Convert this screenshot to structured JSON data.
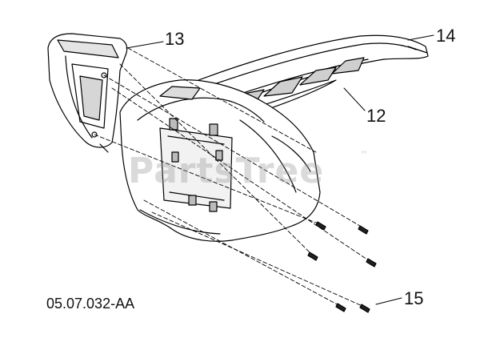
{
  "callouts": {
    "c13": "13",
    "c14": "14",
    "c12": "12",
    "c15": "15"
  },
  "drawing_id": "05.07.032-AA",
  "watermark": {
    "text": "PartsTree",
    "tm": "™"
  }
}
